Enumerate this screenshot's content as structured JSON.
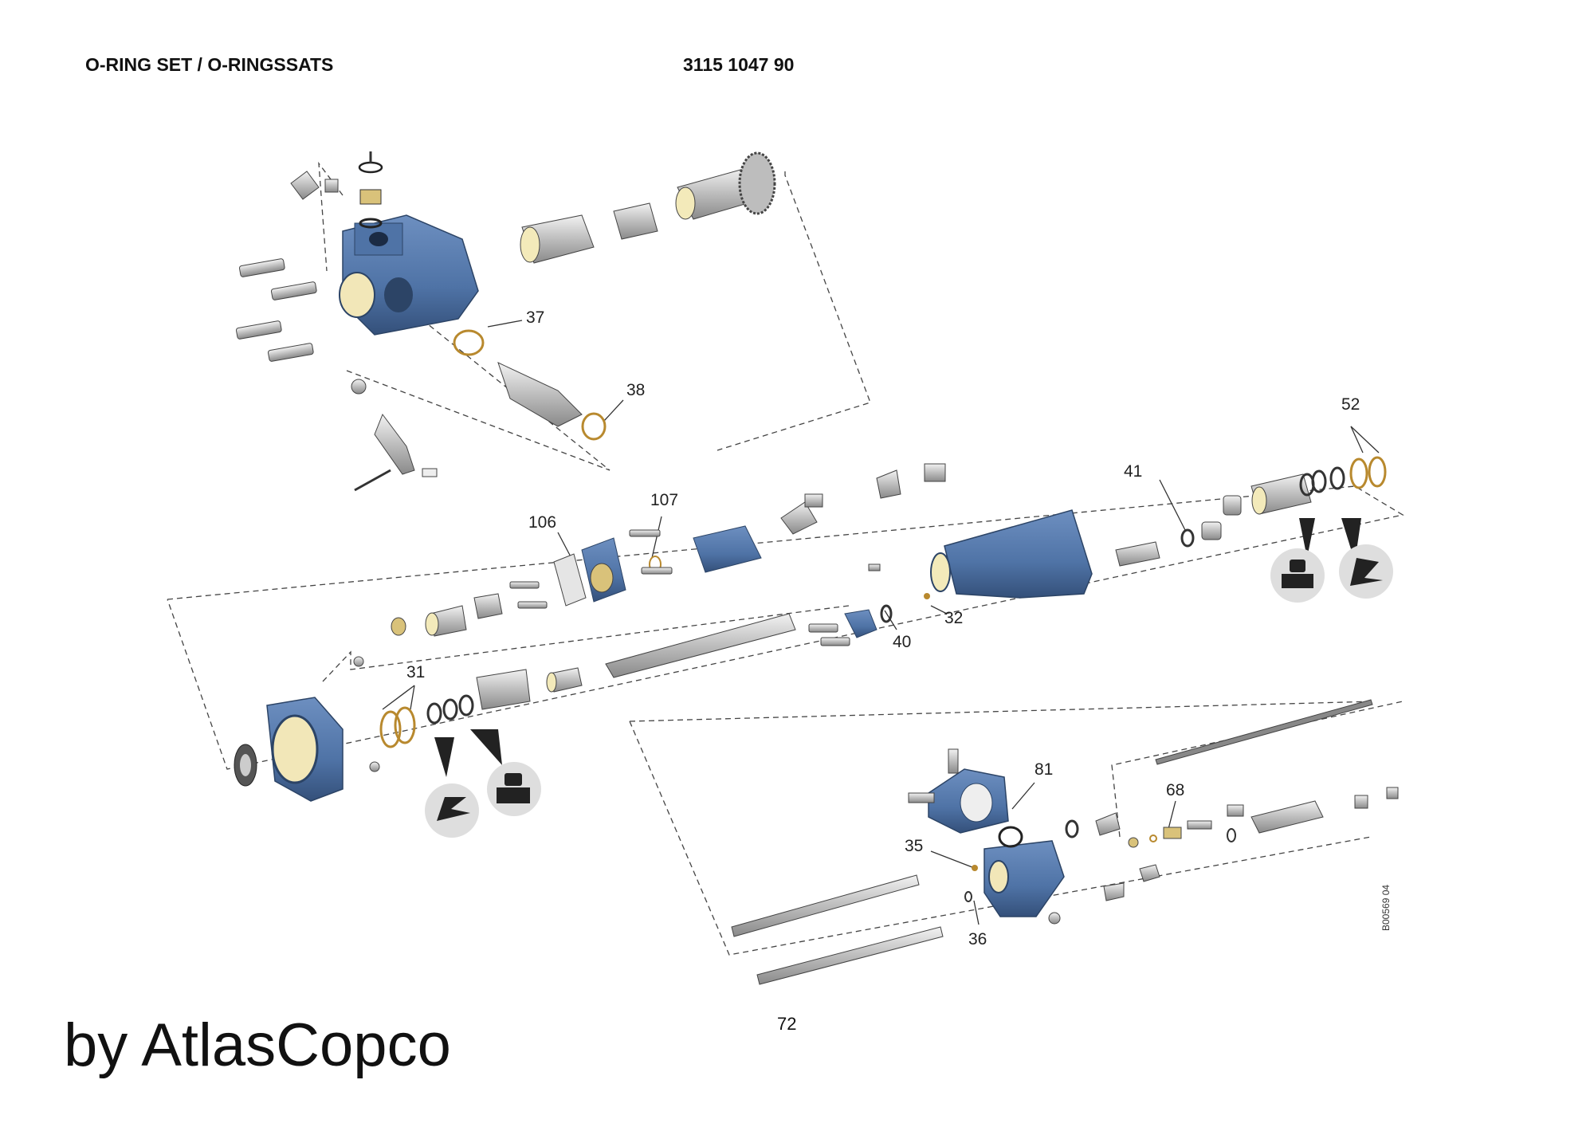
{
  "header": {
    "title": "O-RING SET / O-RINGSSATS",
    "part_number": "3115 1047 90"
  },
  "callouts": [
    "37",
    "38",
    "52",
    "41",
    "106",
    "107",
    "32",
    "40",
    "31",
    "81",
    "68",
    "35",
    "36"
  ],
  "page_number": "72",
  "doc_code": "B00569 04",
  "brand": "by AtlasCopco",
  "colors": {
    "housing": "#4f73a6",
    "housing_dark": "#38557f",
    "steel": "#cfcfcf",
    "oring": "#b8892e",
    "line": "#444444"
  }
}
